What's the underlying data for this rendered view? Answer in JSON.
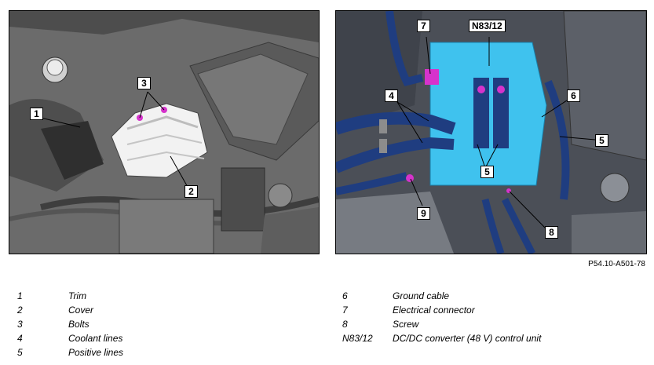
{
  "figure": {
    "reference_code": "P54.10-A501-78",
    "left_callouts": [
      "1",
      "2",
      "3"
    ],
    "right_callouts": [
      "7",
      "N83/12",
      "4",
      "6",
      "5",
      "5",
      "9",
      "8"
    ]
  },
  "legend": [
    {
      "num": "1",
      "text": "Trim"
    },
    {
      "num": "2",
      "text": "Cover"
    },
    {
      "num": "3",
      "text": "Bolts"
    },
    {
      "num": "4",
      "text": "Coolant lines"
    },
    {
      "num": "5",
      "text": "Positive lines"
    },
    {
      "num": "6",
      "text": "Ground cable"
    },
    {
      "num": "7",
      "text": "Electrical connector"
    },
    {
      "num": "8",
      "text": "Screw"
    },
    {
      "num": "N83/12",
      "text": "DC/DC converter (48 V) control unit"
    }
  ],
  "colors": {
    "highlight_unit": "#3fc2ee",
    "coolant_line": "#1f3d80",
    "marker": "#d633cc",
    "engine_gray": "#6e6e6e"
  }
}
